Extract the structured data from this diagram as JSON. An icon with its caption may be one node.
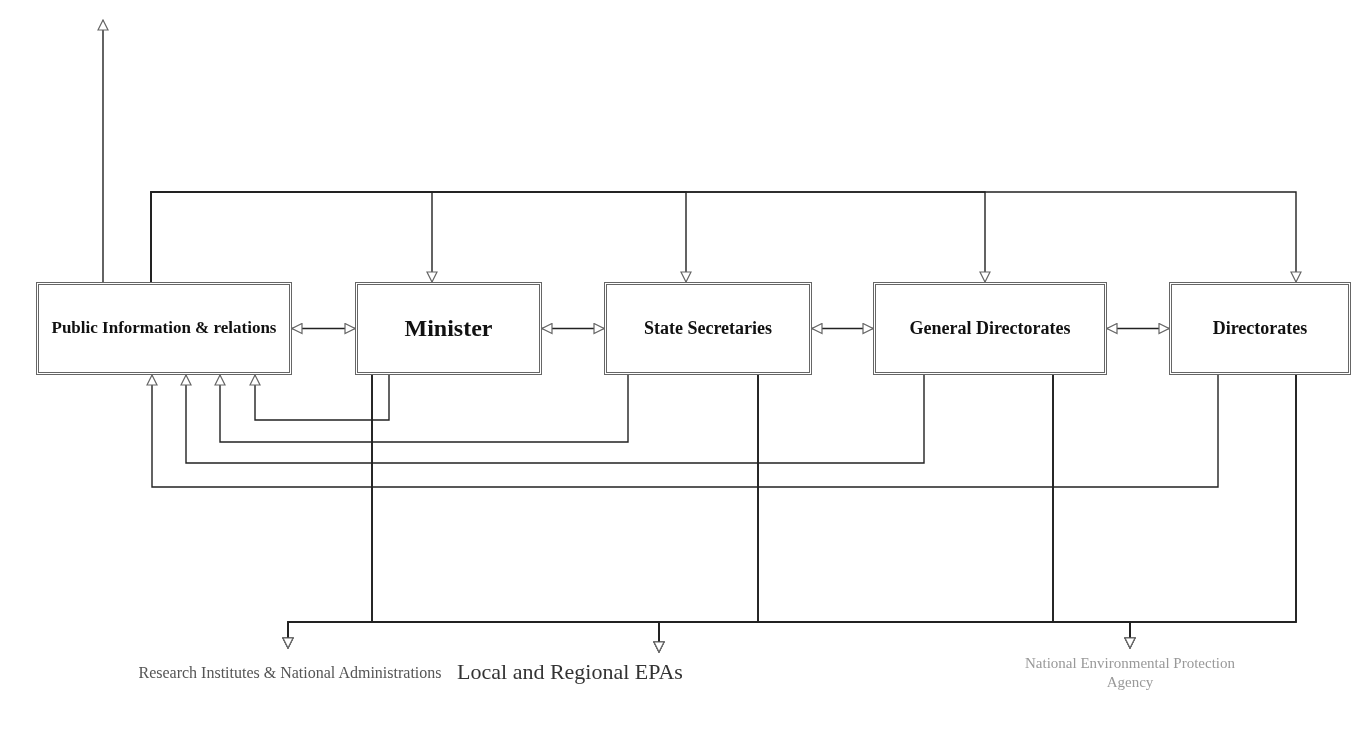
{
  "diagram": {
    "nodes": [
      {
        "text": [
          "Public Information & relations"
        ]
      },
      {
        "text": [
          "Minister"
        ]
      },
      {
        "text": [
          "State Secretaries"
        ]
      },
      {
        "text": [
          "General Directorates"
        ]
      },
      {
        "text": [
          "Directorates"
        ]
      },
      {
        "text": [
          "Research Institutes & National Administrations"
        ]
      },
      {
        "text": [
          "Local and Regional EPAs"
        ]
      },
      {
        "text": [
          "National Environmental Protection Agency"
        ]
      }
    ],
    "edges": [
      {
        "from": 0,
        "to": 1,
        "arrow": "both"
      },
      {
        "from": 1,
        "to": 2,
        "arrow": "both"
      },
      {
        "from": 2,
        "to": 3,
        "arrow": "both"
      },
      {
        "from": 3,
        "to": 4,
        "arrow": "both"
      },
      {
        "from": 0,
        "to": null,
        "arrow": "to"
      },
      {
        "from": 0,
        "to": 1,
        "arrow": "to"
      },
      {
        "from": 0,
        "to": 2,
        "arrow": "to"
      },
      {
        "from": 0,
        "to": 3,
        "arrow": "to"
      },
      {
        "from": 0,
        "to": 4,
        "arrow": "to"
      },
      {
        "from": 1,
        "to": 0,
        "arrow": "to"
      },
      {
        "from": 2,
        "to": 0,
        "arrow": "to"
      },
      {
        "from": 3,
        "to": 0,
        "arrow": "to"
      },
      {
        "from": 4,
        "to": 0,
        "arrow": "to"
      },
      {
        "from": 1,
        "to": 5,
        "arrow": "to"
      },
      {
        "from": 1,
        "to": 6,
        "arrow": "to"
      },
      {
        "from": 1,
        "to": 7,
        "arrow": "to"
      },
      {
        "from": 2,
        "to": 5,
        "arrow": "to"
      },
      {
        "from": 2,
        "to": 6,
        "arrow": "to"
      },
      {
        "from": 2,
        "to": 7,
        "arrow": "to"
      },
      {
        "from": 3,
        "to": 5,
        "arrow": "to"
      },
      {
        "from": 3,
        "to": 6,
        "arrow": "to"
      },
      {
        "from": 3,
        "to": 7,
        "arrow": "to"
      },
      {
        "from": 4,
        "to": 5,
        "arrow": "to"
      },
      {
        "from": 4,
        "to": 6,
        "arrow": "to"
      },
      {
        "from": 4,
        "to": 7,
        "arrow": "to"
      }
    ]
  }
}
